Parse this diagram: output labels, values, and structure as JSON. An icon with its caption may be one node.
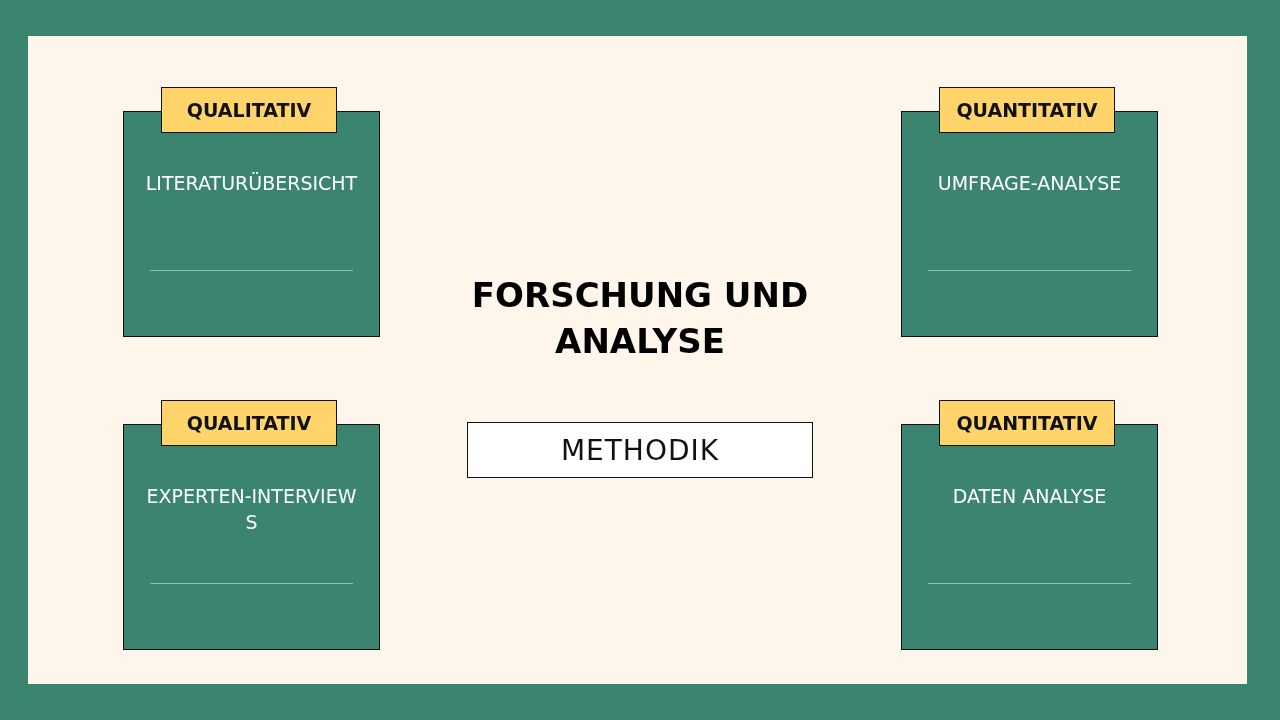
{
  "diagram": {
    "title": "FORSCHUNG UND ANALYSE",
    "nodes": [
      {
        "text": [
          "QUALITATIV",
          "LITERATURÜBERSICHT"
        ]
      },
      {
        "text": [
          "QUANTITATIV",
          "UMFRAGE-ANALYSE"
        ]
      },
      {
        "text": [
          "METHODIK"
        ]
      },
      {
        "text": [
          "QUALITATIV",
          "EXPERTEN-INTERVIEWS"
        ]
      },
      {
        "text": [
          "QUANTITATIV",
          "DATEN ANALYSE"
        ]
      }
    ],
    "edges": []
  }
}
